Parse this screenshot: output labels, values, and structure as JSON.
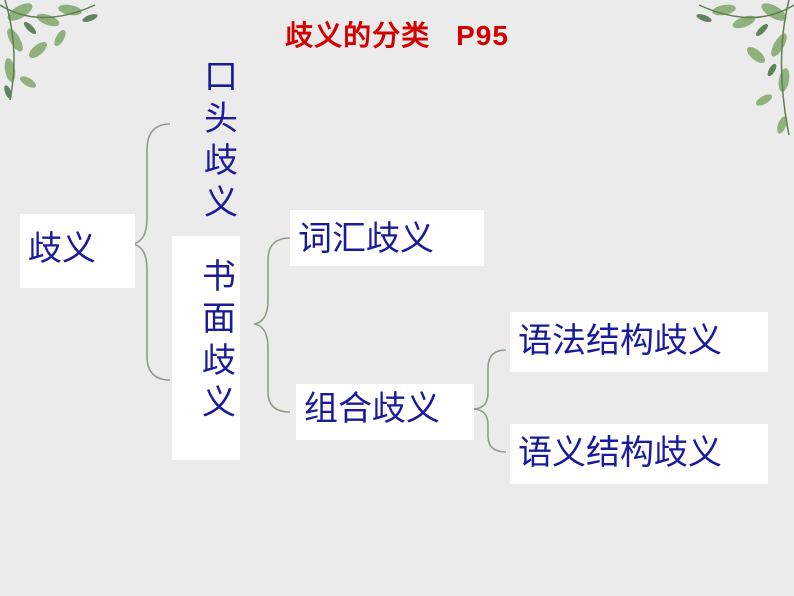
{
  "title": {
    "text": "歧义的分类",
    "code": "P95"
  },
  "diagram": {
    "root": "歧义",
    "branch_spoken": "口头歧义",
    "branch_written": "书面歧义",
    "lexical": "词汇歧义",
    "combinational": "组合歧义",
    "syntactic_structure": "语法结构歧义",
    "semantic_structure": "语义结构歧义"
  },
  "colors": {
    "title": "#d40000",
    "text": "#1a1a9a",
    "bracket": "#8fa08a",
    "background": "#ebebeb",
    "box": "#ffffff"
  }
}
